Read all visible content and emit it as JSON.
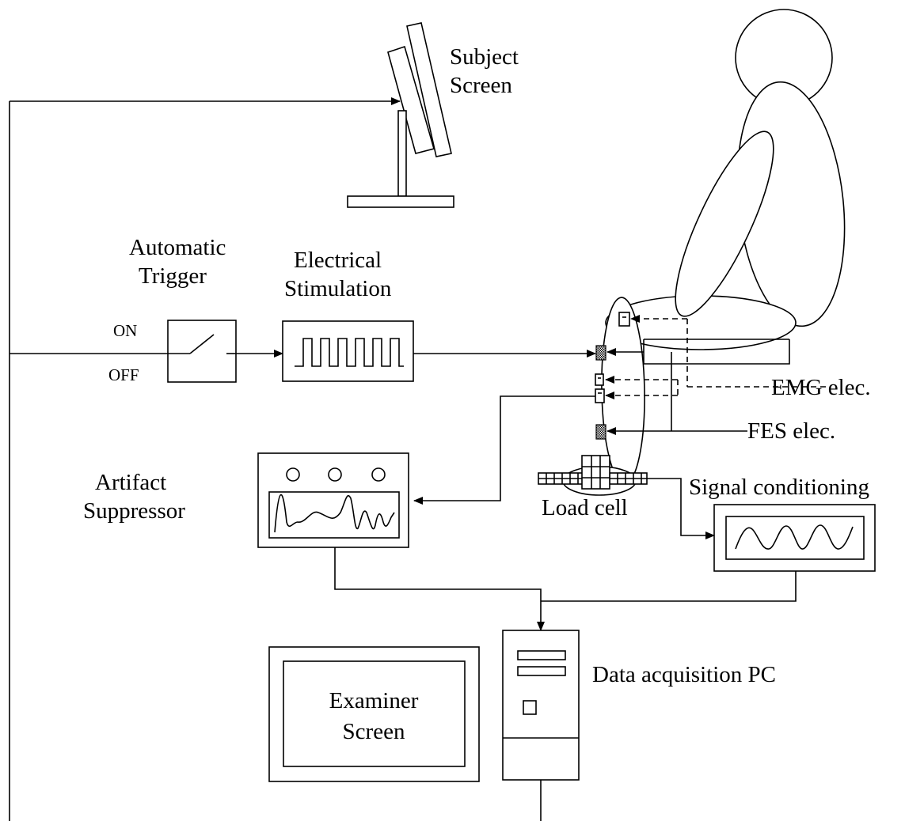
{
  "labels": {
    "subject_screen": [
      "Subject",
      "Screen"
    ],
    "automatic_trigger": [
      "Automatic",
      "Trigger"
    ],
    "electrical_stimulation": [
      "Electrical",
      "Stimulation"
    ],
    "switch_on": "ON",
    "switch_off": "OFF",
    "emg_elec": "EMG elec.",
    "fes_elec": "FES elec.",
    "artifact_suppressor": [
      "Artifact",
      "Suppressor"
    ],
    "signal_conditioning": "Signal conditioning",
    "load_cell": "Load cell",
    "data_acquisition_pc": "Data acquisition PC",
    "examiner_screen": [
      "Examiner",
      "Screen"
    ]
  },
  "icons": {
    "subject_monitor": "monitor-icon",
    "switch": "switch-icon",
    "stimulator": "pulse-train-icon",
    "subject_figure": "seated-person-icon",
    "suppressor": "oscilloscope-icon",
    "conditioner": "sine-wave-icon",
    "load_cell": "load-cell-icon",
    "pc": "pc-tower-icon",
    "examiner_monitor": "monitor-icon"
  }
}
